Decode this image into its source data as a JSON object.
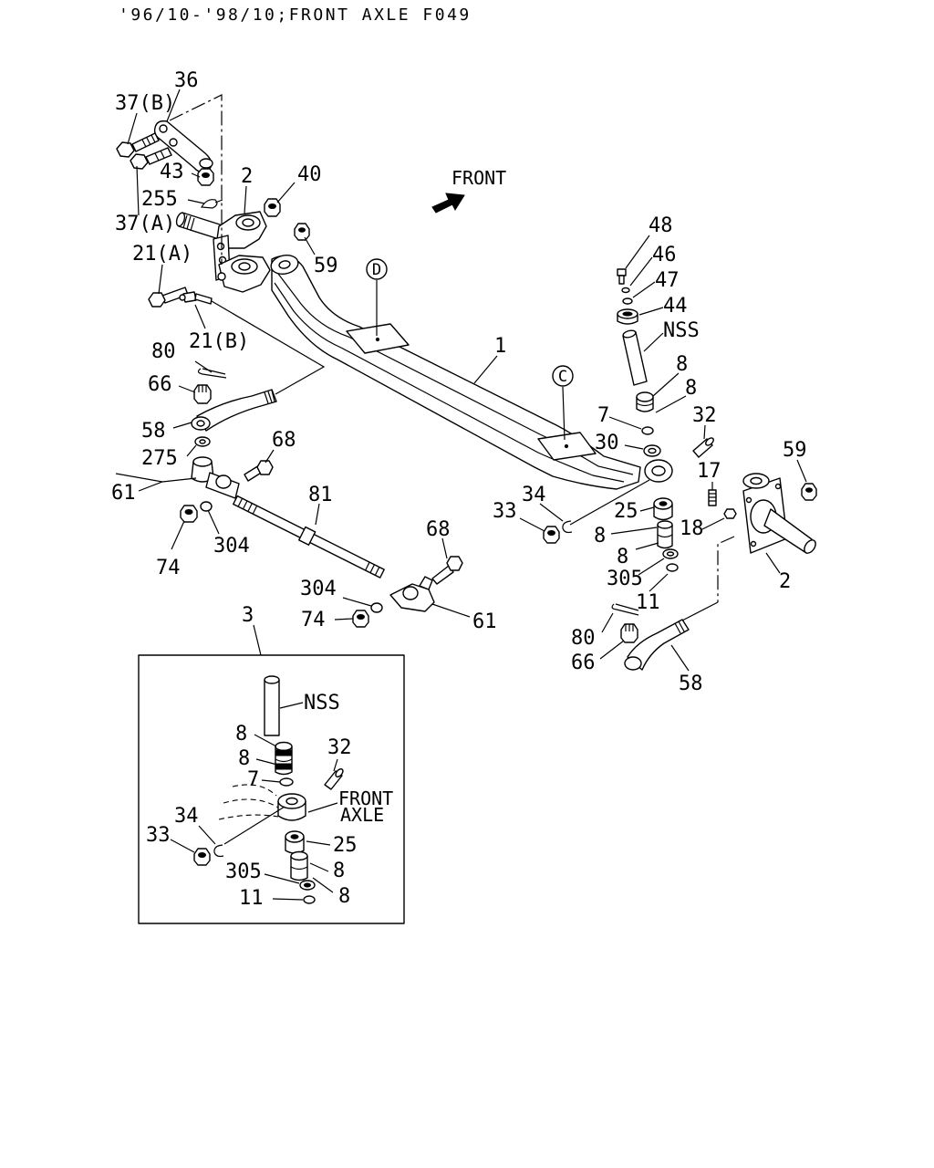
{
  "header": {
    "title": "'96/10-'98/10;FRONT AXLE F049"
  },
  "main": {
    "front_arrow_label": "FRONT",
    "ref_d": "D",
    "ref_c": "C",
    "callouts": [
      "36",
      "37(B)",
      "43",
      "2",
      "40",
      "255",
      "37(A)",
      "21(A)",
      "59",
      "21(B)",
      "80",
      "1",
      "66",
      "48",
      "46",
      "47",
      "44",
      "NSS",
      "8",
      "8",
      "7",
      "32",
      "58",
      "275",
      "68",
      "30",
      "59",
      "17",
      "61",
      "81",
      "34",
      "25",
      "33",
      "18",
      "8",
      "74",
      "304",
      "68",
      "8",
      "2",
      "305",
      "304",
      "11",
      "74",
      "61",
      "80",
      "66",
      "58"
    ]
  },
  "inset": {
    "number": "3",
    "axle_label_1": "FRONT",
    "axle_label_2": "AXLE",
    "callouts": [
      "NSS",
      "8",
      "32",
      "8",
      "7",
      "34",
      "33",
      "25",
      "8",
      "305",
      "11",
      "8"
    ]
  }
}
